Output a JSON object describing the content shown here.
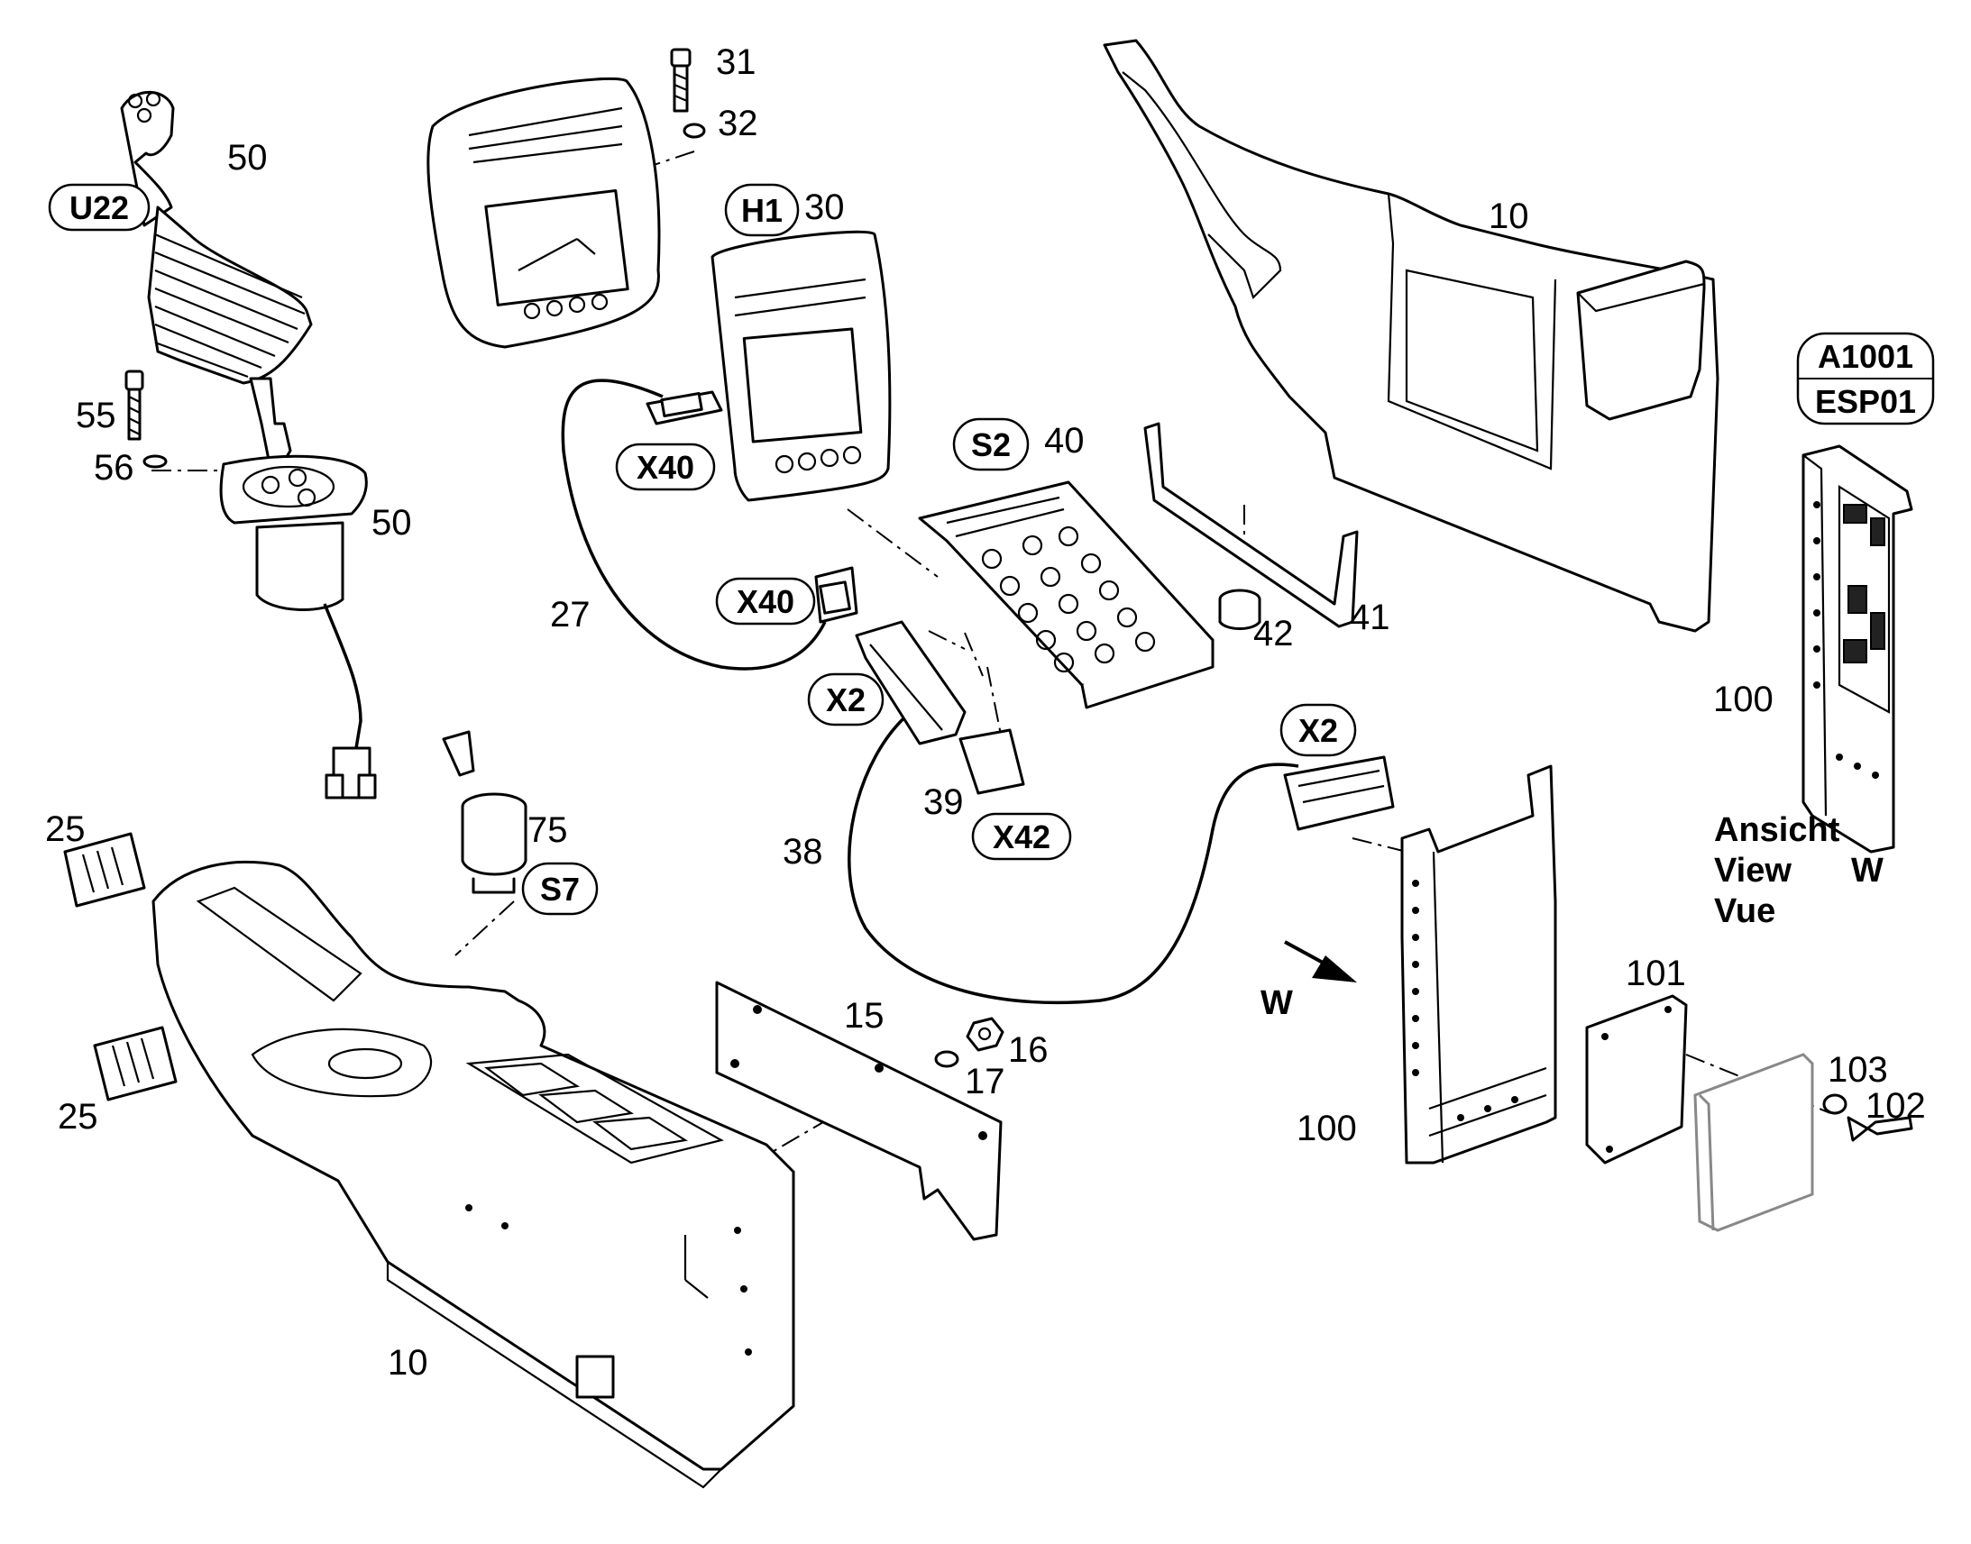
{
  "part_numbers": {
    "p50_top": "50",
    "p31": "31",
    "p32": "32",
    "p30": "30",
    "p10_top": "10",
    "p55": "55",
    "p56": "56",
    "p50_mid": "50",
    "p40": "40",
    "p27": "27",
    "p41": "41",
    "p42": "42",
    "p100_right": "100",
    "p25_top": "25",
    "p75": "75",
    "p39": "39",
    "p38": "38",
    "p15": "15",
    "p16": "16",
    "p17": "17",
    "p25_bottom": "25",
    "p101": "101",
    "p103": "103",
    "p102": "102",
    "p100_bottom": "100",
    "p10_bottom": "10"
  },
  "tags": {
    "u22": "U22",
    "h1": "H1",
    "x40_top": "X40",
    "s2": "S2",
    "x40_mid": "X40",
    "x2_left": "X2",
    "x2_right": "X2",
    "x42": "X42",
    "s7": "S7",
    "a1001": "A1001",
    "esp01": "ESP01"
  },
  "view_label": {
    "ansicht": "Ansicht",
    "view": "View",
    "vue": "Vue",
    "letter": "W"
  },
  "arrow_letter": "W"
}
